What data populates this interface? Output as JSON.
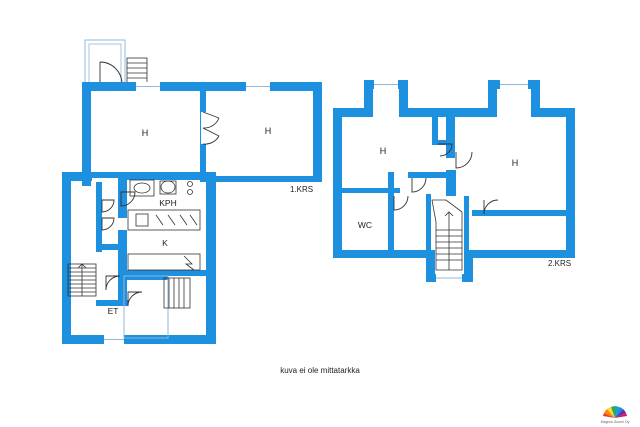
{
  "floors": {
    "first": {
      "label": "1.KRS",
      "rooms": {
        "h_left": "H",
        "h_right": "H",
        "kph": "KPH",
        "k": "K",
        "et": "ET"
      }
    },
    "second": {
      "label": "2.KRS",
      "rooms": {
        "h_left": "H",
        "h_right": "H",
        "wc": "WC"
      }
    }
  },
  "note": "kuva ei ole mittatarkka",
  "brand": {
    "text": "Magnus Suomi Oy"
  },
  "colors": {
    "wall": "#1e90e0",
    "line": "#333333",
    "glass": "#8fb8d8"
  }
}
